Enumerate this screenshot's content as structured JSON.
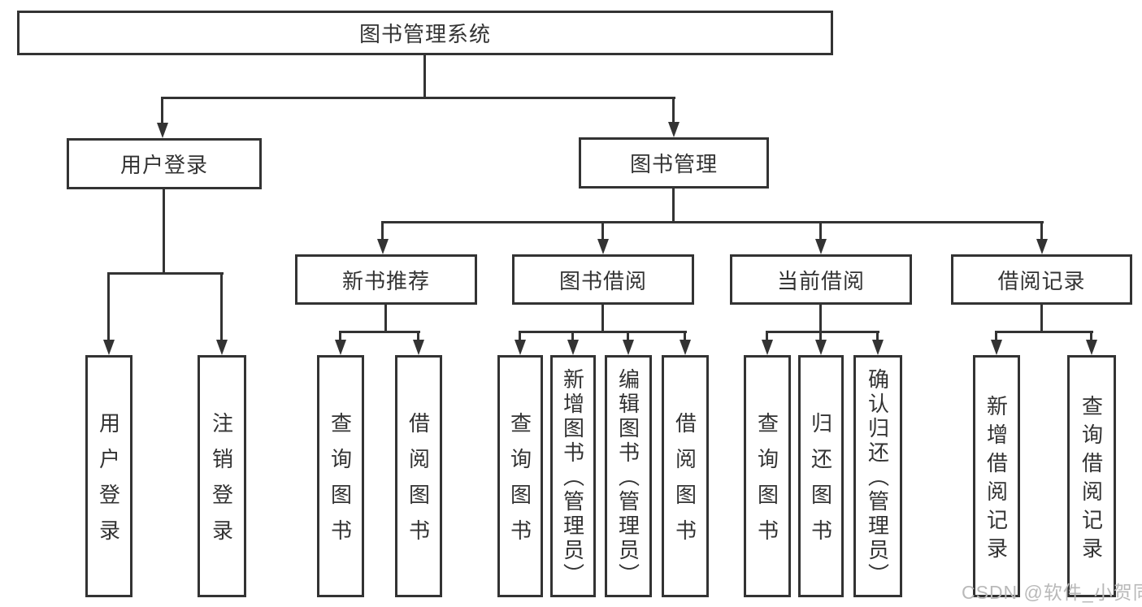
{
  "diagram": {
    "root": "图书管理系统",
    "level2": {
      "user_login": "用户登录",
      "book_mgmt": "图书管理"
    },
    "level3": {
      "new_books": "新书推荐",
      "borrowing": "图书借阅",
      "current": "当前借阅",
      "records": "借阅记录"
    },
    "leaves": {
      "user_login": [
        "用户登录",
        "注销登录"
      ],
      "new_books": [
        "查询图书",
        "借阅图书"
      ],
      "borrowing": [
        "查询图书",
        "新增图书（管理员）",
        "编辑图书（管理员）",
        "借阅图书"
      ],
      "current": [
        "查询图书",
        "归还图书",
        "确认归还（管理员）"
      ],
      "records": [
        "新增借阅记录",
        "查询借阅记录"
      ]
    }
  },
  "watermark": "CSDN @软件_小贺同学",
  "colors": {
    "line": "#333333",
    "text": "#333333",
    "watermark": "#b9b9b9",
    "background": "#ffffff"
  }
}
